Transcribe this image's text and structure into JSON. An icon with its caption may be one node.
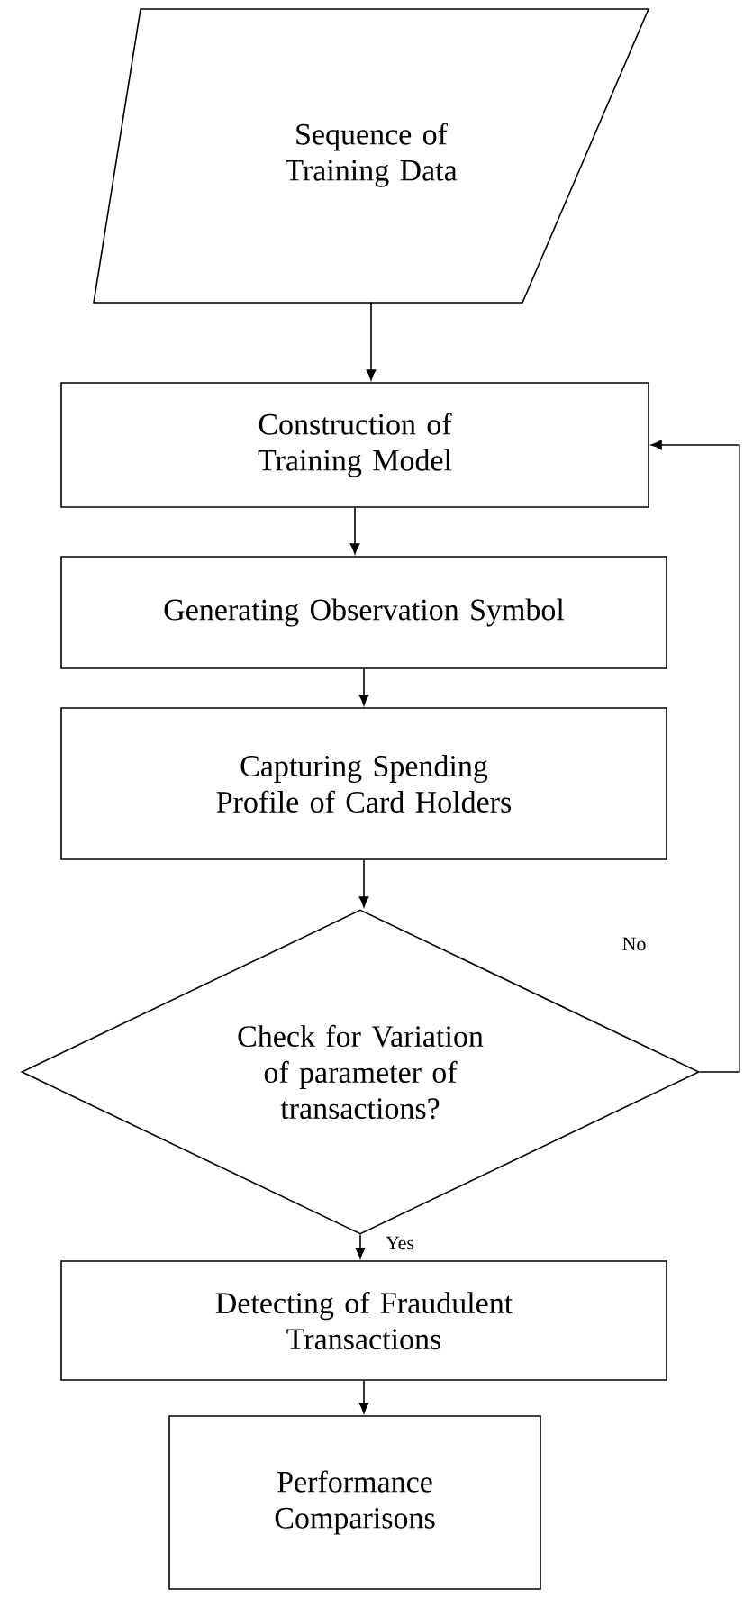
{
  "diagram": {
    "nodes": [
      {
        "text": [
          "Sequence of Training Data"
        ]
      },
      {
        "text": [
          "Construction of Training Model"
        ]
      },
      {
        "text": [
          "Generating Observation Symbol"
        ]
      },
      {
        "text": [
          "Capturing Spending Profile of Card Holders"
        ]
      },
      {
        "text": [
          "Check for Variation of parameter of transactions?"
        ]
      },
      {
        "text": [
          "Detecting of Fraudulent Transactions"
        ]
      },
      {
        "text": [
          "Performance Comparisons"
        ]
      }
    ],
    "edges": [
      {
        "from": 0,
        "to": 1,
        "arrow": "to"
      },
      {
        "from": 1,
        "to": 2,
        "arrow": "to"
      },
      {
        "from": 2,
        "to": 3,
        "arrow": "to"
      },
      {
        "from": 3,
        "to": 4,
        "arrow": "to"
      },
      {
        "from": 4,
        "to": 1,
        "arrow": "to",
        "label": "No"
      },
      {
        "from": 4,
        "to": 5,
        "arrow": "to",
        "label": "Yes"
      },
      {
        "from": 5,
        "to": 6,
        "arrow": "to"
      }
    ]
  }
}
